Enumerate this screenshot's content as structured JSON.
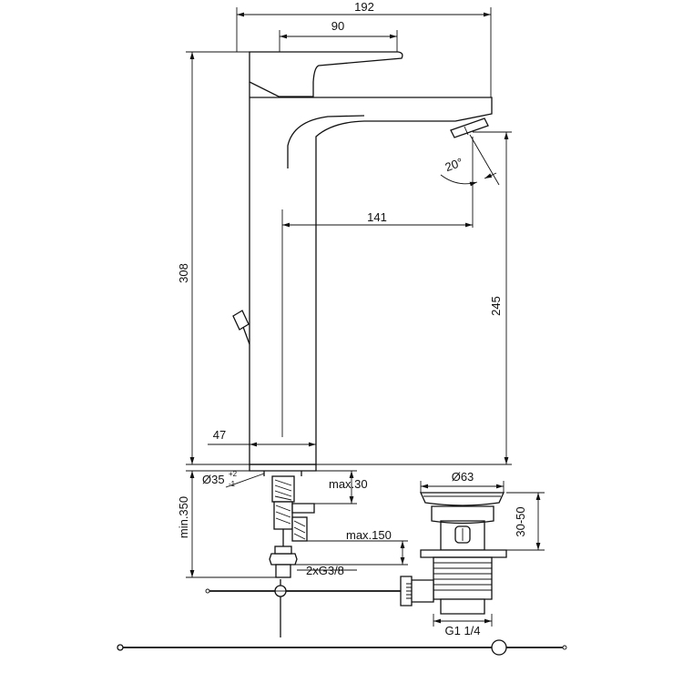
{
  "dimensions": {
    "total_width": "192",
    "handle_width": "90",
    "spout_reach": "141",
    "total_height": "308",
    "spout_height": "245",
    "body_diameter": "47",
    "hole_diameter": "Ø35",
    "hole_tolerance_upper": "+2",
    "hole_tolerance_lower": "-1",
    "deck_thickness": "max.30",
    "hose_length": "max.150",
    "min_length": "min.350",
    "connection": "2xG3/8",
    "waste_diameter": "Ø63",
    "waste_height": "30-50",
    "waste_thread": "G1 1/4",
    "spout_angle": "20°"
  },
  "colors": {
    "line": "#111111",
    "background": "#ffffff"
  }
}
